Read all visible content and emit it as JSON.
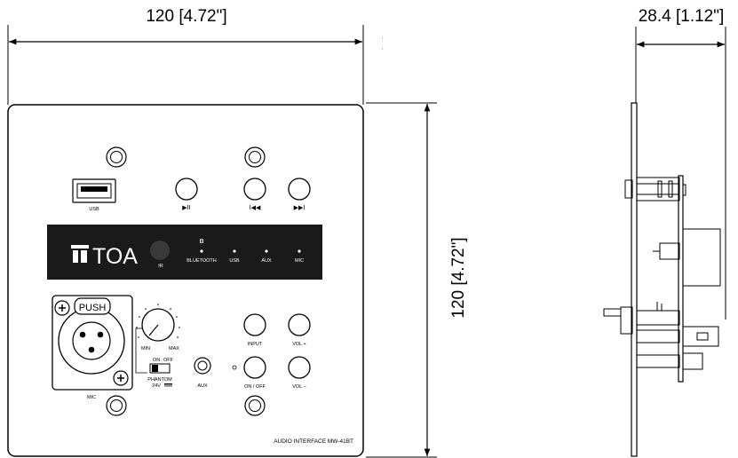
{
  "dimensions": {
    "width_label": "120 [4.72\"]",
    "height_label": "120 [4.72\"]",
    "depth_label": "28.4 [1.12\"]"
  },
  "panel": {
    "usb_port_label": "USB",
    "play_pause_glyph": "▶II",
    "prev_glyph": "I◀◀",
    "next_glyph": "▶▶I",
    "brand": "TOA",
    "display": {
      "ir_label": "IR",
      "bluetooth_symbol": "ʙ",
      "bluetooth_label": "BLUETOOTH",
      "usb_label": "USB",
      "aux_label": "AUX",
      "mic_label": "MIC"
    },
    "xlr_push_label": "PUSH",
    "mic_label": "MIC",
    "knob_min_label": "MIN",
    "knob_max_label": "MAX",
    "switch_on_label": "ON",
    "switch_off_label": "OFF",
    "phantom_label": "PHANTOM",
    "phantom_voltage_label": "24V",
    "aux_jack_label": "AUX",
    "input_button_label": "INPUT",
    "vol_up_label": "VOL +",
    "on_off_label": "ON / OFF",
    "vol_down_label": "VOL –",
    "model_label": "AUDIO INTERFACE MW-41BT"
  },
  "colors": {
    "line": "#000000",
    "display_bg": "#1a1a1a",
    "background": "#ffffff"
  }
}
